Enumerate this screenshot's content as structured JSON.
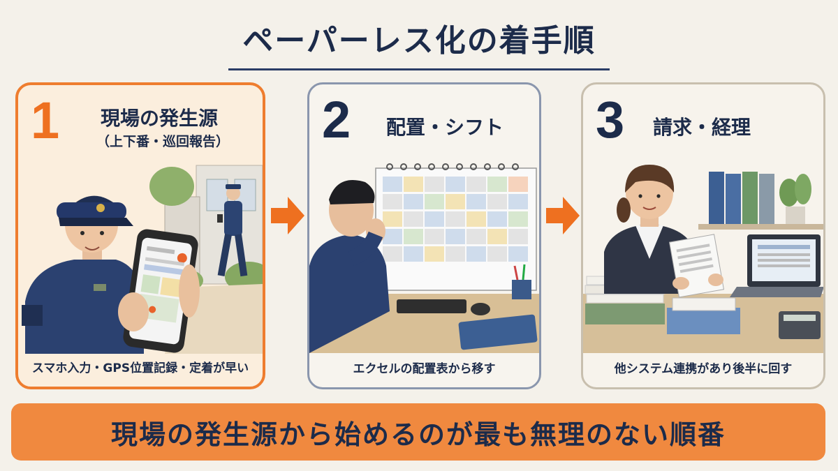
{
  "title": "ペーパーレス化の着手順",
  "steps": [
    {
      "number": "1",
      "title": "現場の発生源",
      "subtitle": "（上下番・巡回報告）",
      "caption": "スマホ入力・GPS位置記録・定着が早い"
    },
    {
      "number": "2",
      "title": "配置・シフト",
      "caption": "エクセルの配置表から移す"
    },
    {
      "number": "3",
      "title": "請求・経理",
      "caption": "他システム連携があり後半に回す"
    }
  ],
  "banner": "現場の発生源から始めるのが最も無理のない順番",
  "colors": {
    "accent": "#ee7d2f",
    "navy": "#1c2b4a",
    "background": "#f4f1ea"
  }
}
